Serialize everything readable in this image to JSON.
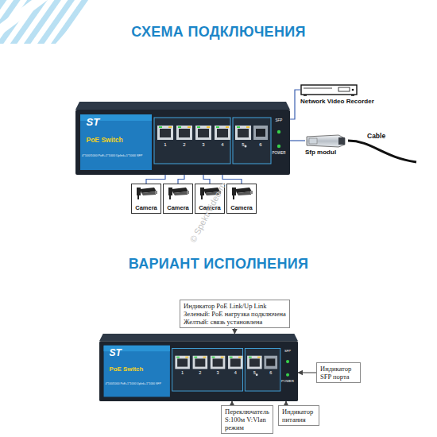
{
  "diagram": {
    "title": "СХЕМА ПОДКЛЮЧЕНИЯ",
    "nodes": [
      {
        "text": [
          "ST",
          "PoE Switch",
          "4*100/1000 PoE+1*1000 Uplink+1*1000 SFP"
        ]
      },
      {
        "text": [
          "Network Video Recorder"
        ]
      },
      {
        "text": [
          "Sfp modul"
        ]
      },
      {
        "text": [
          "Camera"
        ]
      },
      {
        "text": [
          "Camera"
        ]
      },
      {
        "text": [
          "Camera"
        ]
      },
      {
        "text": [
          "Camera"
        ]
      },
      {
        "text": [
          "ST",
          "PoE Switch",
          "4*100/1000 PoE+1*1000 Uplink+1*1000 SFP"
        ]
      },
      {
        "text": [
          "Индикатор PoE Link/Up Link",
          "Зеленый: PoE нагрузка подключена",
          "Желтый: связь установлена"
        ]
      },
      {
        "text": [
          "Индикатор SFP порта"
        ]
      },
      {
        "text": [
          "Переключатель S:100м V:Vlan режим"
        ]
      },
      {
        "text": [
          "Индикатор питания"
        ]
      }
    ],
    "edges": [
      {
        "from": 0,
        "to": 1,
        "arrow": "none"
      },
      {
        "from": 0,
        "to": 2,
        "arrow": "none"
      },
      {
        "from": 0,
        "to": 3,
        "arrow": "none"
      },
      {
        "from": 0,
        "to": 4,
        "arrow": "none"
      },
      {
        "from": 0,
        "to": 5,
        "arrow": "none"
      },
      {
        "from": 0,
        "to": 6,
        "arrow": "none"
      },
      {
        "from": 8,
        "to": 7,
        "arrow": "to"
      },
      {
        "from": 9,
        "to": 7,
        "arrow": "to"
      },
      {
        "from": 10,
        "to": 7,
        "arrow": "to"
      },
      {
        "from": 11,
        "to": 7,
        "arrow": "to"
      }
    ],
    "labels": [
      "1",
      "2",
      "3",
      "4",
      "5",
      "6",
      "SFP",
      "POWER",
      "Cable",
      "© SpektrVideo.ru",
      "ВАРИАНТ ИСПОЛНЕНИЯ",
      "1",
      "2",
      "3",
      "4",
      "5",
      "6",
      "SFP",
      "POWER"
    ]
  }
}
